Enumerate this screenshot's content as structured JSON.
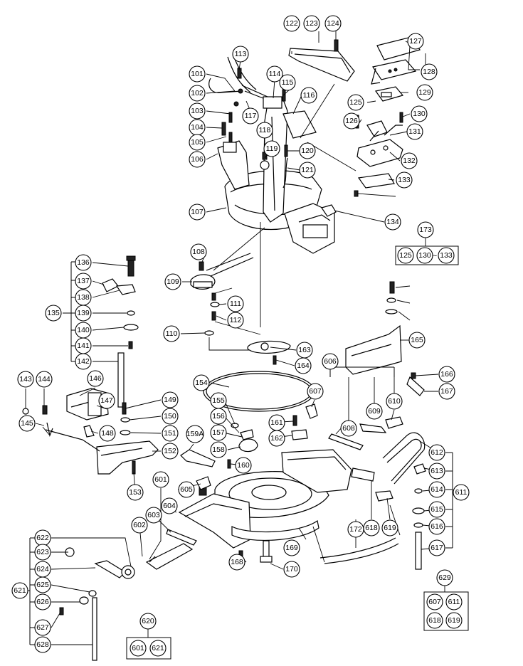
{
  "parts": [
    "101",
    "102",
    "103",
    "104",
    "105",
    "106",
    "107",
    "108",
    "109",
    "110",
    "111",
    "112",
    "113",
    "114",
    "115",
    "116",
    "117",
    "118",
    "119",
    "120",
    "121",
    "122",
    "123",
    "124",
    "125",
    "126",
    "127",
    "128",
    "129",
    "130",
    "131",
    "132",
    "133",
    "134",
    "135",
    "136",
    "137",
    "138",
    "139",
    "140",
    "141",
    "142",
    "143",
    "144",
    "145",
    "146",
    "147",
    "148",
    "149",
    "150",
    "151",
    "152",
    "153",
    "154",
    "155",
    "156",
    "157",
    "158",
    "159A",
    "160",
    "161",
    "162",
    "163",
    "164",
    "165",
    "166",
    "167",
    "168",
    "169",
    "170",
    "172",
    "173",
    "601",
    "602",
    "603",
    "604",
    "605",
    "606",
    "607",
    "608",
    "609",
    "610",
    "611",
    "612",
    "613",
    "614",
    "615",
    "616",
    "617",
    "618",
    "619",
    "620",
    "621",
    "622",
    "623",
    "624",
    "625",
    "626",
    "627",
    "628",
    "629"
  ],
  "sets": [
    {
      "id": "173",
      "contains": [
        "125",
        "130",
        "133"
      ],
      "range_symbol": "~"
    },
    {
      "id": "629",
      "contains": [
        "607",
        "611",
        "618",
        "619"
      ]
    },
    {
      "id": "620",
      "contains": [
        "601",
        "621"
      ]
    }
  ],
  "range_symbol": "~"
}
